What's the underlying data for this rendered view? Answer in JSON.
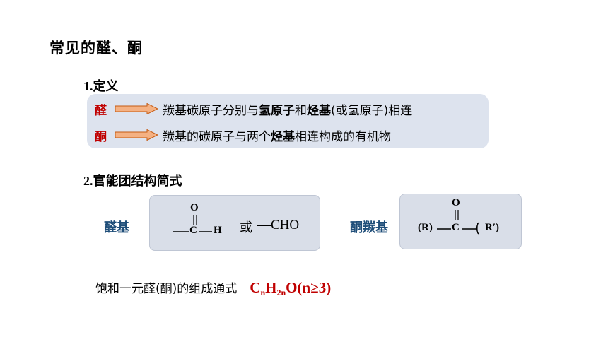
{
  "title": "常见的醛、酮",
  "sections": {
    "definition": {
      "number": "1.",
      "label": "定义"
    },
    "structure": {
      "number": "2.",
      "label": "官能团结构简式"
    }
  },
  "definitions": [
    {
      "term": "醛",
      "pre": "羰基碳原子分别与",
      "b1": "氢原子",
      "mid": "和",
      "b2": "烃基",
      "post": "(或氢原子)相连"
    },
    {
      "term": "酮",
      "pre": "羰基的碳原子与两个",
      "b1": "",
      "mid": "",
      "b2": "烃基",
      "post": "相连构成的有机物"
    }
  ],
  "aldehyde": {
    "label": "醛基",
    "o": "O",
    "c": "C",
    "h": "H",
    "or": "或",
    "alt": "—CHO"
  },
  "ketone": {
    "label": "酮羰基",
    "o": "O",
    "c": "C",
    "r": "(R)",
    "r2": "R′)"
  },
  "general_formula": {
    "text": "饱和一元醛(酮)的组成通式",
    "c": "C",
    "n1": "n",
    "h": "H",
    "n2": "2n",
    "tail": "O(n≥3)"
  },
  "colors": {
    "term": "#c00000",
    "label": "#1f4e79",
    "box": "#dde3ee",
    "arrow_fill": "#f4b183",
    "arrow_stroke": "#c55a11"
  }
}
